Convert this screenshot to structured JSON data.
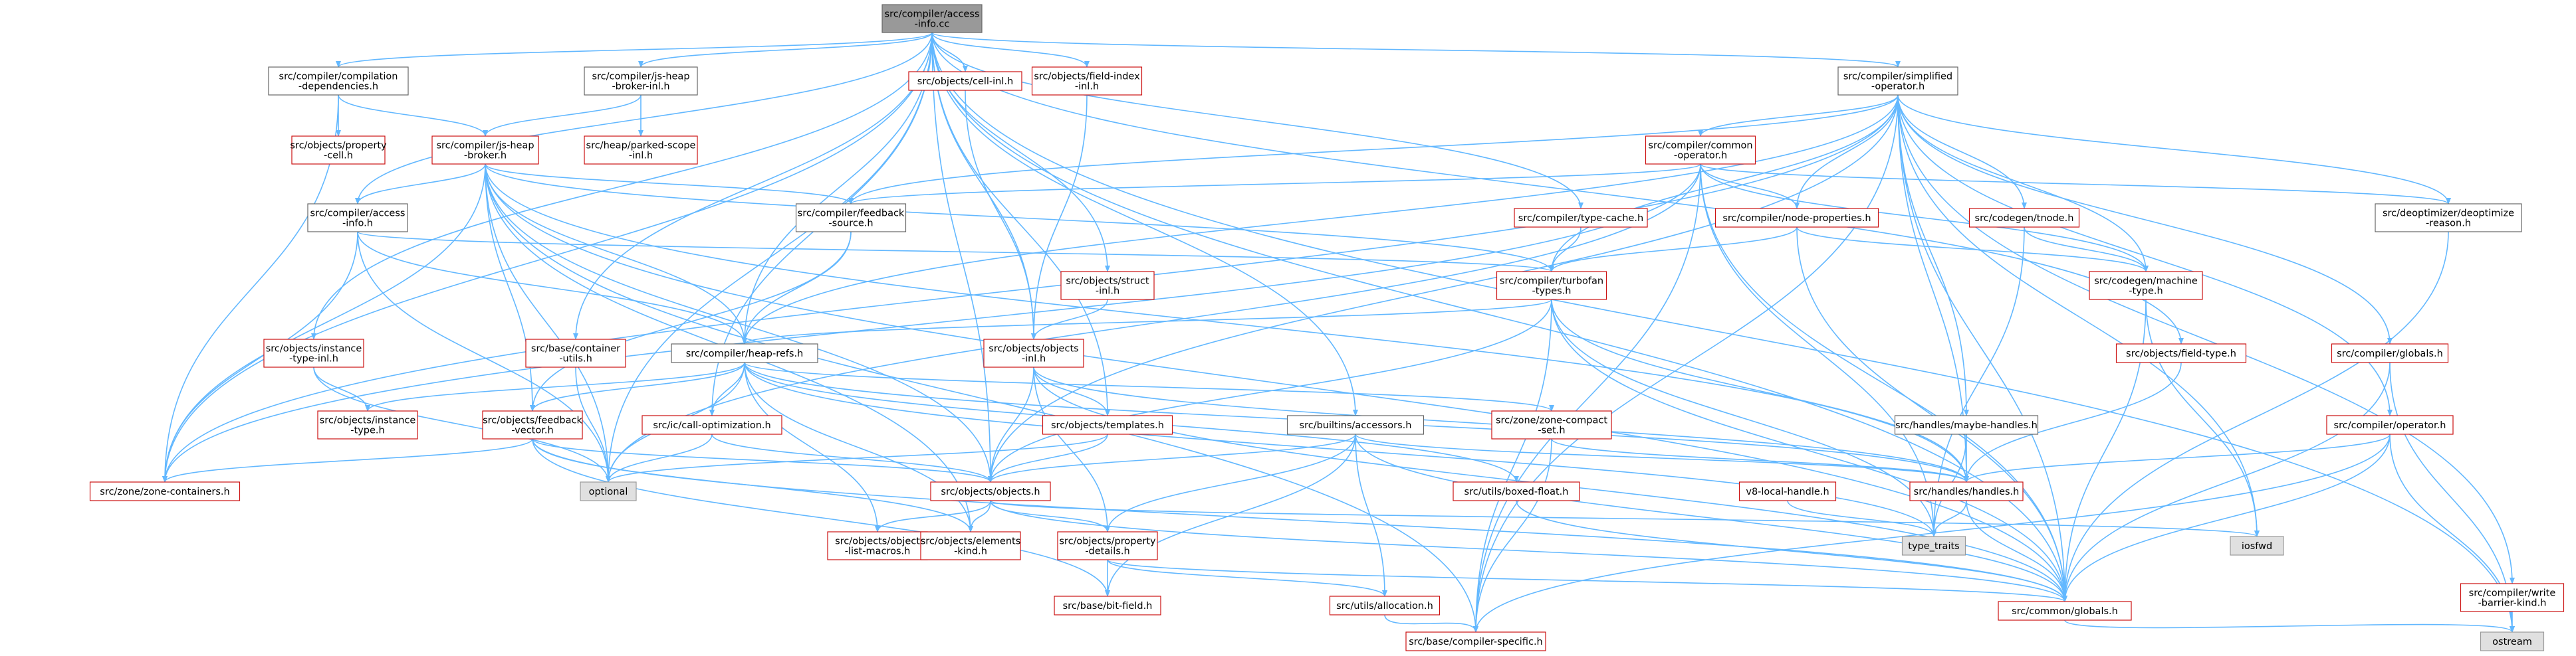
{
  "colors": {
    "edge": "#63b8ff",
    "root_fill": "#999999",
    "red_border": "#cc1111",
    "black_border": "#666666",
    "system_fill": "#e0e0e0"
  },
  "nodes": [
    {
      "id": "root",
      "lines": [
        "src/compiler/access",
        "-info.cc"
      ],
      "style": "root"
    },
    {
      "id": "comp_dep",
      "lines": [
        "src/compiler/compilation",
        "-dependencies.h"
      ],
      "style": "black"
    },
    {
      "id": "js_heap_inl",
      "lines": [
        "src/compiler/js-heap",
        "-broker-inl.h"
      ],
      "style": "black"
    },
    {
      "id": "cell_inl",
      "lines": [
        "src/objects/cell-inl.h"
      ],
      "style": "red"
    },
    {
      "id": "field_index_inl",
      "lines": [
        "src/objects/field-index",
        "-inl.h"
      ],
      "style": "red"
    },
    {
      "id": "simplified_op",
      "lines": [
        "src/compiler/simplified",
        "-operator.h"
      ],
      "style": "black"
    },
    {
      "id": "prop_cell",
      "lines": [
        "src/objects/property",
        "-cell.h"
      ],
      "style": "red"
    },
    {
      "id": "js_heap_broker",
      "lines": [
        "src/compiler/js-heap",
        "-broker.h"
      ],
      "style": "red"
    },
    {
      "id": "parked_scope",
      "lines": [
        "src/heap/parked-scope",
        "-inl.h"
      ],
      "style": "red"
    },
    {
      "id": "common_op",
      "lines": [
        "src/compiler/common",
        "-operator.h"
      ],
      "style": "red"
    },
    {
      "id": "access_info_h",
      "lines": [
        "src/compiler/access",
        "-info.h"
      ],
      "style": "black"
    },
    {
      "id": "feedback_source",
      "lines": [
        "src/compiler/feedback",
        "-source.h"
      ],
      "style": "black"
    },
    {
      "id": "type_cache",
      "lines": [
        "src/compiler/type-cache.h"
      ],
      "style": "red"
    },
    {
      "id": "node_props",
      "lines": [
        "src/compiler/node-properties.h"
      ],
      "style": "red"
    },
    {
      "id": "codegen_tnode",
      "lines": [
        "src/codegen/tnode.h"
      ],
      "style": "red"
    },
    {
      "id": "deopt_reason",
      "lines": [
        "src/deoptimizer/deoptimize",
        "-reason.h"
      ],
      "style": "black"
    },
    {
      "id": "struct_inl",
      "lines": [
        "src/objects/struct",
        "-inl.h"
      ],
      "style": "red"
    },
    {
      "id": "turbofan_types",
      "lines": [
        "src/compiler/turbofan",
        "-types.h"
      ],
      "style": "red"
    },
    {
      "id": "machine_type",
      "lines": [
        "src/codegen/machine",
        "-type.h"
      ],
      "style": "red"
    },
    {
      "id": "instance_type_inl",
      "lines": [
        "src/objects/instance",
        "-type-inl.h"
      ],
      "style": "red"
    },
    {
      "id": "container_utils",
      "lines": [
        "src/base/container",
        "-utils.h"
      ],
      "style": "red"
    },
    {
      "id": "heap_refs",
      "lines": [
        "src/compiler/heap-refs.h"
      ],
      "style": "black"
    },
    {
      "id": "objects_inl",
      "lines": [
        "src/objects/objects",
        "-inl.h"
      ],
      "style": "red"
    },
    {
      "id": "field_type",
      "lines": [
        "src/objects/field-type.h"
      ],
      "style": "red"
    },
    {
      "id": "comp_globals",
      "lines": [
        "src/compiler/globals.h"
      ],
      "style": "red"
    },
    {
      "id": "instance_type",
      "lines": [
        "src/objects/instance",
        "-type.h"
      ],
      "style": "red"
    },
    {
      "id": "feedback_vector",
      "lines": [
        "src/objects/feedback",
        "-vector.h"
      ],
      "style": "red"
    },
    {
      "id": "call_opt",
      "lines": [
        "src/ic/call-optimization.h"
      ],
      "style": "red"
    },
    {
      "id": "templates",
      "lines": [
        "src/objects/templates.h"
      ],
      "style": "red"
    },
    {
      "id": "zone_compact",
      "lines": [
        "src/zone/zone-compact",
        "-set.h"
      ],
      "style": "red"
    },
    {
      "id": "builtins_acc",
      "lines": [
        "src/builtins/accessors.h"
      ],
      "style": "black"
    },
    {
      "id": "maybe_handles",
      "lines": [
        "src/handles/maybe-handles.h"
      ],
      "style": "black"
    },
    {
      "id": "comp_operator",
      "lines": [
        "src/compiler/operator.h"
      ],
      "style": "red"
    },
    {
      "id": "zone_containers",
      "lines": [
        "src/zone/zone-containers.h"
      ],
      "style": "red"
    },
    {
      "id": "optional",
      "lines": [
        "optional"
      ],
      "style": "grey"
    },
    {
      "id": "objects_h",
      "lines": [
        "src/objects/objects.h"
      ],
      "style": "red"
    },
    {
      "id": "boxed_float",
      "lines": [
        "src/utils/boxed-float.h"
      ],
      "style": "red"
    },
    {
      "id": "v8_local_handle",
      "lines": [
        "v8-local-handle.h"
      ],
      "style": "red"
    },
    {
      "id": "handles_h",
      "lines": [
        "src/handles/handles.h"
      ],
      "style": "red"
    },
    {
      "id": "object_list_macros",
      "lines": [
        "src/objects/object",
        "-list-macros.h"
      ],
      "style": "red"
    },
    {
      "id": "elements_kind",
      "lines": [
        "src/objects/elements",
        "-kind.h"
      ],
      "style": "red"
    },
    {
      "id": "property_details",
      "lines": [
        "src/objects/property",
        "-details.h"
      ],
      "style": "red"
    },
    {
      "id": "type_traits",
      "lines": [
        "type_traits"
      ],
      "style": "grey"
    },
    {
      "id": "iosfwd",
      "lines": [
        "iosfwd"
      ],
      "style": "grey"
    },
    {
      "id": "bit_field",
      "lines": [
        "src/base/bit-field.h"
      ],
      "style": "red"
    },
    {
      "id": "allocation",
      "lines": [
        "src/utils/allocation.h"
      ],
      "style": "red"
    },
    {
      "id": "common_globals",
      "lines": [
        "src/common/globals.h"
      ],
      "style": "red"
    },
    {
      "id": "write_barrier",
      "lines": [
        "src/compiler/write",
        "-barrier-kind.h"
      ],
      "style": "red"
    },
    {
      "id": "compiler_specific",
      "lines": [
        "src/base/compiler-specific.h"
      ],
      "style": "red"
    },
    {
      "id": "ostream",
      "lines": [
        "ostream"
      ],
      "style": "grey"
    }
  ],
  "edges": [
    [
      "root",
      "comp_dep"
    ],
    [
      "root",
      "js_heap_inl"
    ],
    [
      "root",
      "cell_inl"
    ],
    [
      "root",
      "field_index_inl"
    ],
    [
      "root",
      "simplified_op"
    ],
    [
      "root",
      "access_info_h"
    ],
    [
      "root",
      "heap_refs"
    ],
    [
      "root",
      "optional"
    ],
    [
      "root",
      "zone_containers"
    ],
    [
      "root",
      "objects_inl"
    ],
    [
      "root",
      "struct_inl"
    ],
    [
      "root",
      "instance_type_inl"
    ],
    [
      "root",
      "templates"
    ],
    [
      "root",
      "call_opt"
    ],
    [
      "root",
      "builtins_acc"
    ],
    [
      "root",
      "type_cache"
    ],
    [
      "root",
      "objects_h"
    ],
    [
      "root",
      "field_type"
    ],
    [
      "root",
      "ostream"
    ],
    [
      "root",
      "container_utils"
    ],
    [
      "root",
      "common_globals"
    ],
    [
      "comp_dep",
      "prop_cell"
    ],
    [
      "comp_dep",
      "js_heap_broker"
    ],
    [
      "comp_dep",
      "zone_containers"
    ],
    [
      "js_heap_inl",
      "js_heap_broker"
    ],
    [
      "js_heap_inl",
      "parked_scope"
    ],
    [
      "cell_inl",
      "objects_inl"
    ],
    [
      "field_index_inl",
      "objects_inl"
    ],
    [
      "simplified_op",
      "common_op"
    ],
    [
      "simplified_op",
      "feedback_source"
    ],
    [
      "simplified_op",
      "node_props"
    ],
    [
      "simplified_op",
      "codegen_tnode"
    ],
    [
      "simplified_op",
      "deopt_reason"
    ],
    [
      "simplified_op",
      "machine_type"
    ],
    [
      "simplified_op",
      "turbofan_types"
    ],
    [
      "simplified_op",
      "comp_globals"
    ],
    [
      "simplified_op",
      "comp_operator"
    ],
    [
      "simplified_op",
      "maybe_handles"
    ],
    [
      "simplified_op",
      "handles_h"
    ],
    [
      "simplified_op",
      "iosfwd"
    ],
    [
      "simplified_op",
      "write_barrier"
    ],
    [
      "simplified_op",
      "compiler_specific"
    ],
    [
      "simplified_op",
      "common_globals"
    ],
    [
      "simplified_op",
      "objects_h"
    ],
    [
      "simplified_op",
      "heap_refs"
    ],
    [
      "simplified_op",
      "zone_containers"
    ],
    [
      "js_heap_broker",
      "access_info_h"
    ],
    [
      "js_heap_broker",
      "feedback_source"
    ],
    [
      "js_heap_broker",
      "heap_refs"
    ],
    [
      "js_heap_broker",
      "feedback_vector"
    ],
    [
      "js_heap_broker",
      "optional"
    ],
    [
      "js_heap_broker",
      "zone_containers"
    ],
    [
      "js_heap_broker",
      "handles_h"
    ],
    [
      "js_heap_broker",
      "objects_h"
    ],
    [
      "js_heap_broker",
      "compiler_specific"
    ],
    [
      "js_heap_broker",
      "common_globals"
    ],
    [
      "js_heap_broker",
      "elements_kind"
    ],
    [
      "js_heap_broker",
      "turbofan_types"
    ],
    [
      "common_op",
      "feedback_source"
    ],
    [
      "common_op",
      "node_props"
    ],
    [
      "common_op",
      "machine_type"
    ],
    [
      "common_op",
      "deopt_reason"
    ],
    [
      "common_op",
      "optional"
    ],
    [
      "common_op",
      "zone_containers"
    ],
    [
      "common_op",
      "compiler_specific"
    ],
    [
      "common_op",
      "common_globals"
    ],
    [
      "common_op",
      "type_traits"
    ],
    [
      "access_info_h",
      "heap_refs"
    ],
    [
      "access_info_h",
      "zone_containers"
    ],
    [
      "access_info_h",
      "optional"
    ],
    [
      "access_info_h",
      "turbofan_types"
    ],
    [
      "feedback_source",
      "heap_refs"
    ],
    [
      "feedback_source",
      "feedback_vector"
    ],
    [
      "type_cache",
      "turbofan_types"
    ],
    [
      "node_props",
      "turbofan_types"
    ],
    [
      "node_props",
      "machine_type"
    ],
    [
      "node_props",
      "common_globals"
    ],
    [
      "codegen_tnode",
      "machine_type"
    ],
    [
      "codegen_tnode",
      "type_traits"
    ],
    [
      "deopt_reason",
      "common_globals"
    ],
    [
      "struct_inl",
      "objects_inl"
    ],
    [
      "turbofan_types",
      "heap_refs"
    ],
    [
      "turbofan_types",
      "handles_h"
    ],
    [
      "turbofan_types",
      "objects_h"
    ],
    [
      "turbofan_types",
      "compiler_specific"
    ],
    [
      "turbofan_types",
      "common_globals"
    ],
    [
      "turbofan_types",
      "type_traits"
    ],
    [
      "machine_type",
      "iosfwd"
    ],
    [
      "machine_type",
      "common_globals"
    ],
    [
      "instance_type_inl",
      "instance_type"
    ],
    [
      "instance_type_inl",
      "optional"
    ],
    [
      "container_utils",
      "optional"
    ],
    [
      "heap_refs",
      "optional"
    ],
    [
      "heap_refs",
      "instance_type"
    ],
    [
      "heap_refs",
      "feedback_vector"
    ],
    [
      "heap_refs",
      "call_opt"
    ],
    [
      "heap_refs",
      "zone_compact"
    ],
    [
      "heap_refs",
      "boxed_float"
    ],
    [
      "heap_refs",
      "handles_h"
    ],
    [
      "heap_refs",
      "object_list_macros"
    ],
    [
      "heap_refs",
      "elements_kind"
    ],
    [
      "heap_refs",
      "type_traits"
    ],
    [
      "objects_inl",
      "objects_h"
    ],
    [
      "objects_inl",
      "templates"
    ],
    [
      "objects_inl",
      "property_details"
    ],
    [
      "objects_inl",
      "common_globals"
    ],
    [
      "objects_inl",
      "handles_h"
    ],
    [
      "field_type",
      "handles_h"
    ],
    [
      "comp_globals",
      "common_globals"
    ],
    [
      "comp_globals",
      "ostream"
    ],
    [
      "feedback_vector",
      "zone_containers"
    ],
    [
      "feedback_vector",
      "objects_h"
    ],
    [
      "feedback_vector",
      "elements_kind"
    ],
    [
      "feedback_vector",
      "bit_field"
    ],
    [
      "feedback_vector",
      "common_globals"
    ],
    [
      "call_opt",
      "optional"
    ],
    [
      "call_opt",
      "objects_h"
    ],
    [
      "templates",
      "optional"
    ],
    [
      "templates",
      "objects_h"
    ],
    [
      "zone_compact",
      "handles_h"
    ],
    [
      "zone_compact",
      "compiler_specific"
    ],
    [
      "builtins_acc",
      "objects_h"
    ],
    [
      "builtins_acc",
      "bit_field"
    ],
    [
      "builtins_acc",
      "allocation"
    ],
    [
      "builtins_acc",
      "property_details"
    ],
    [
      "builtins_acc",
      "handles_h"
    ],
    [
      "builtins_acc",
      "common_globals"
    ],
    [
      "maybe_handles",
      "handles_h"
    ],
    [
      "maybe_handles",
      "type_traits"
    ],
    [
      "comp_operator",
      "handles_h"
    ],
    [
      "comp_operator",
      "common_globals"
    ],
    [
      "comp_operator",
      "compiler_specific"
    ],
    [
      "comp_operator",
      "ostream"
    ],
    [
      "objects_h",
      "object_list_macros"
    ],
    [
      "objects_h",
      "elements_kind"
    ],
    [
      "objects_h",
      "property_details"
    ],
    [
      "objects_h",
      "common_globals"
    ],
    [
      "objects_h",
      "iosfwd"
    ],
    [
      "boxed_float",
      "common_globals"
    ],
    [
      "v8_local_handle",
      "type_traits"
    ],
    [
      "handles_h",
      "type_traits"
    ],
    [
      "handles_h",
      "common_globals"
    ],
    [
      "property_details",
      "bit_field"
    ],
    [
      "property_details",
      "allocation"
    ],
    [
      "property_details",
      "common_globals"
    ],
    [
      "allocation",
      "compiler_specific"
    ],
    [
      "common_globals",
      "ostream"
    ],
    [
      "write_barrier",
      "ostream"
    ]
  ]
}
